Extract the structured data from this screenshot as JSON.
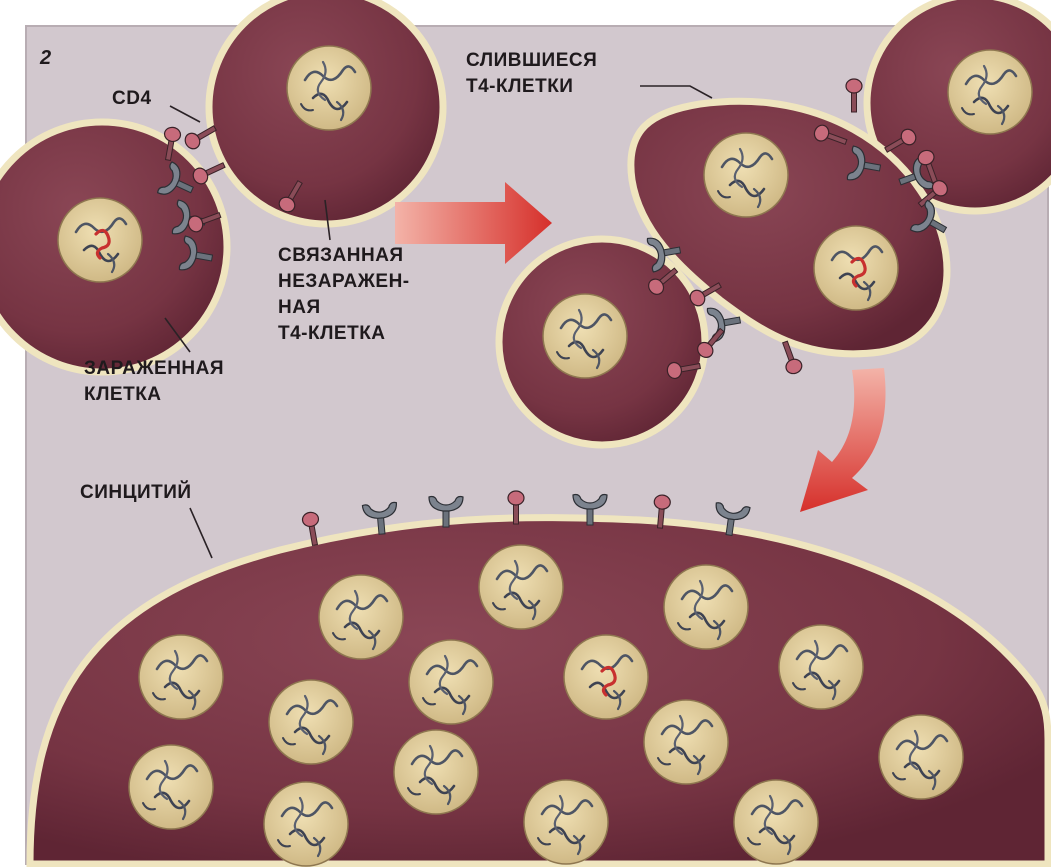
{
  "panel_number": "2",
  "labels": {
    "cd4": "CD4",
    "fused_line1": "СЛИВШИЕСЯ",
    "fused_line2": "Т4-КЛЕТКИ",
    "bound_line1": "СВЯЗАННАЯ",
    "bound_line2": "НЕЗАРАЖЕН-",
    "bound_line3": "НАЯ",
    "bound_line4": "Т4-КЛЕТКА",
    "infected_line1": "ЗАРАЖЕННАЯ",
    "infected_line2": "КЛЕТКА",
    "syncytium": "СИНЦИТИЙ"
  },
  "colors": {
    "background": "#d3c9cf",
    "cell_fill": "#7b3747",
    "cell_dark": "#5f2534",
    "membrane": "#efe5bf",
    "nucleus": "#e2cf9d",
    "cd4_receptor": "#b85d6c",
    "gp120_receptor": "#6f7680",
    "arrow": "#d83a34"
  }
}
